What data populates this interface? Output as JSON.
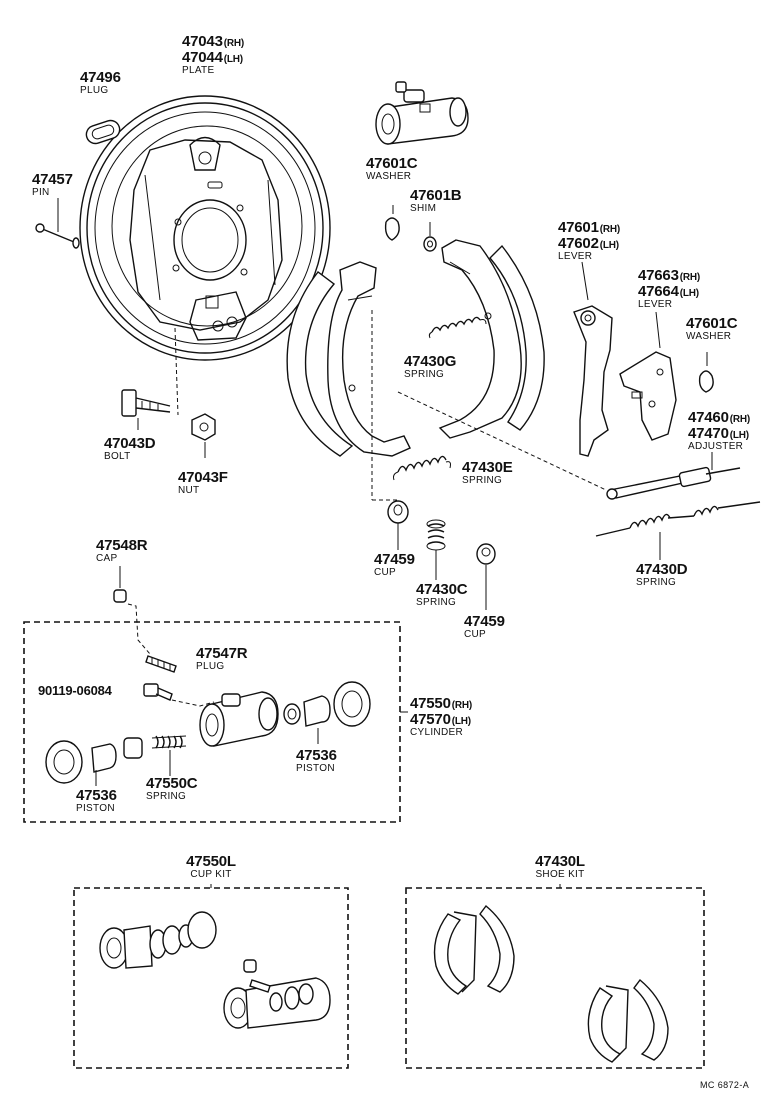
{
  "diagram_code": "MC 6872-A",
  "callouts": [
    {
      "id": "plate",
      "lines": [
        {
          "num": "47043",
          "side": "(RH)"
        },
        {
          "num": "47044",
          "side": "(LH)"
        }
      ],
      "name": "PLATE"
    },
    {
      "id": "plug-47496",
      "lines": [
        {
          "num": "47496",
          "side": ""
        }
      ],
      "name": "PLUG"
    },
    {
      "id": "pin",
      "lines": [
        {
          "num": "47457",
          "side": ""
        }
      ],
      "name": "PIN"
    },
    {
      "id": "washer-top",
      "lines": [
        {
          "num": "47601C",
          "side": ""
        }
      ],
      "name": "WASHER"
    },
    {
      "id": "shim",
      "lines": [
        {
          "num": "47601B",
          "side": ""
        }
      ],
      "name": "SHIM"
    },
    {
      "id": "lever-47601",
      "lines": [
        {
          "num": "47601",
          "side": "(RH)"
        },
        {
          "num": "47602",
          "side": "(LH)"
        }
      ],
      "name": "LEVER"
    },
    {
      "id": "lever-47663",
      "lines": [
        {
          "num": "47663",
          "side": "(RH)"
        },
        {
          "num": "47664",
          "side": "(LH)"
        }
      ],
      "name": "LEVER"
    },
    {
      "id": "washer-right",
      "lines": [
        {
          "num": "47601C",
          "side": ""
        }
      ],
      "name": "WASHER"
    },
    {
      "id": "spring-47430g",
      "lines": [
        {
          "num": "47430G",
          "side": ""
        }
      ],
      "name": "SPRING"
    },
    {
      "id": "adjuster",
      "lines": [
        {
          "num": "47460",
          "side": "(RH)"
        },
        {
          "num": "47470",
          "side": "(LH)"
        }
      ],
      "name": "ADJUSTER"
    },
    {
      "id": "bolt",
      "lines": [
        {
          "num": "47043D",
          "side": ""
        }
      ],
      "name": "BOLT"
    },
    {
      "id": "nut",
      "lines": [
        {
          "num": "47043F",
          "side": ""
        }
      ],
      "name": "NUT"
    },
    {
      "id": "spring-47430e",
      "lines": [
        {
          "num": "47430E",
          "side": ""
        }
      ],
      "name": "SPRING"
    },
    {
      "id": "spring-47430d",
      "lines": [
        {
          "num": "47430D",
          "side": ""
        }
      ],
      "name": "SPRING"
    },
    {
      "id": "cup-left",
      "lines": [
        {
          "num": "47459",
          "side": ""
        }
      ],
      "name": "CUP"
    },
    {
      "id": "spring-47430c",
      "lines": [
        {
          "num": "47430C",
          "side": ""
        }
      ],
      "name": "SPRING"
    },
    {
      "id": "cup-right",
      "lines": [
        {
          "num": "47459",
          "side": ""
        }
      ],
      "name": "CUP"
    },
    {
      "id": "cap",
      "lines": [
        {
          "num": "47548R",
          "side": ""
        }
      ],
      "name": "CAP"
    },
    {
      "id": "plug-47547r",
      "lines": [
        {
          "num": "47547R",
          "side": ""
        }
      ],
      "name": "PLUG"
    },
    {
      "id": "bleeder",
      "lines": [
        {
          "num": "90119-06084",
          "side": ""
        }
      ],
      "name": ""
    },
    {
      "id": "cylinder",
      "lines": [
        {
          "num": "47550",
          "side": "(RH)"
        },
        {
          "num": "47570",
          "side": "(LH)"
        }
      ],
      "name": "CYLINDER"
    },
    {
      "id": "piston-right",
      "lines": [
        {
          "num": "47536",
          "side": ""
        }
      ],
      "name": "PISTON"
    },
    {
      "id": "piston-left",
      "lines": [
        {
          "num": "47536",
          "side": ""
        }
      ],
      "name": "PISTON"
    },
    {
      "id": "spring-47550c",
      "lines": [
        {
          "num": "47550C",
          "side": ""
        }
      ],
      "name": "SPRING"
    },
    {
      "id": "cup-kit",
      "lines": [
        {
          "num": "47550L",
          "side": ""
        }
      ],
      "name": "CUP KIT"
    },
    {
      "id": "shoe-kit",
      "lines": [
        {
          "num": "47430L",
          "side": ""
        }
      ],
      "name": "SHOE KIT"
    }
  ]
}
